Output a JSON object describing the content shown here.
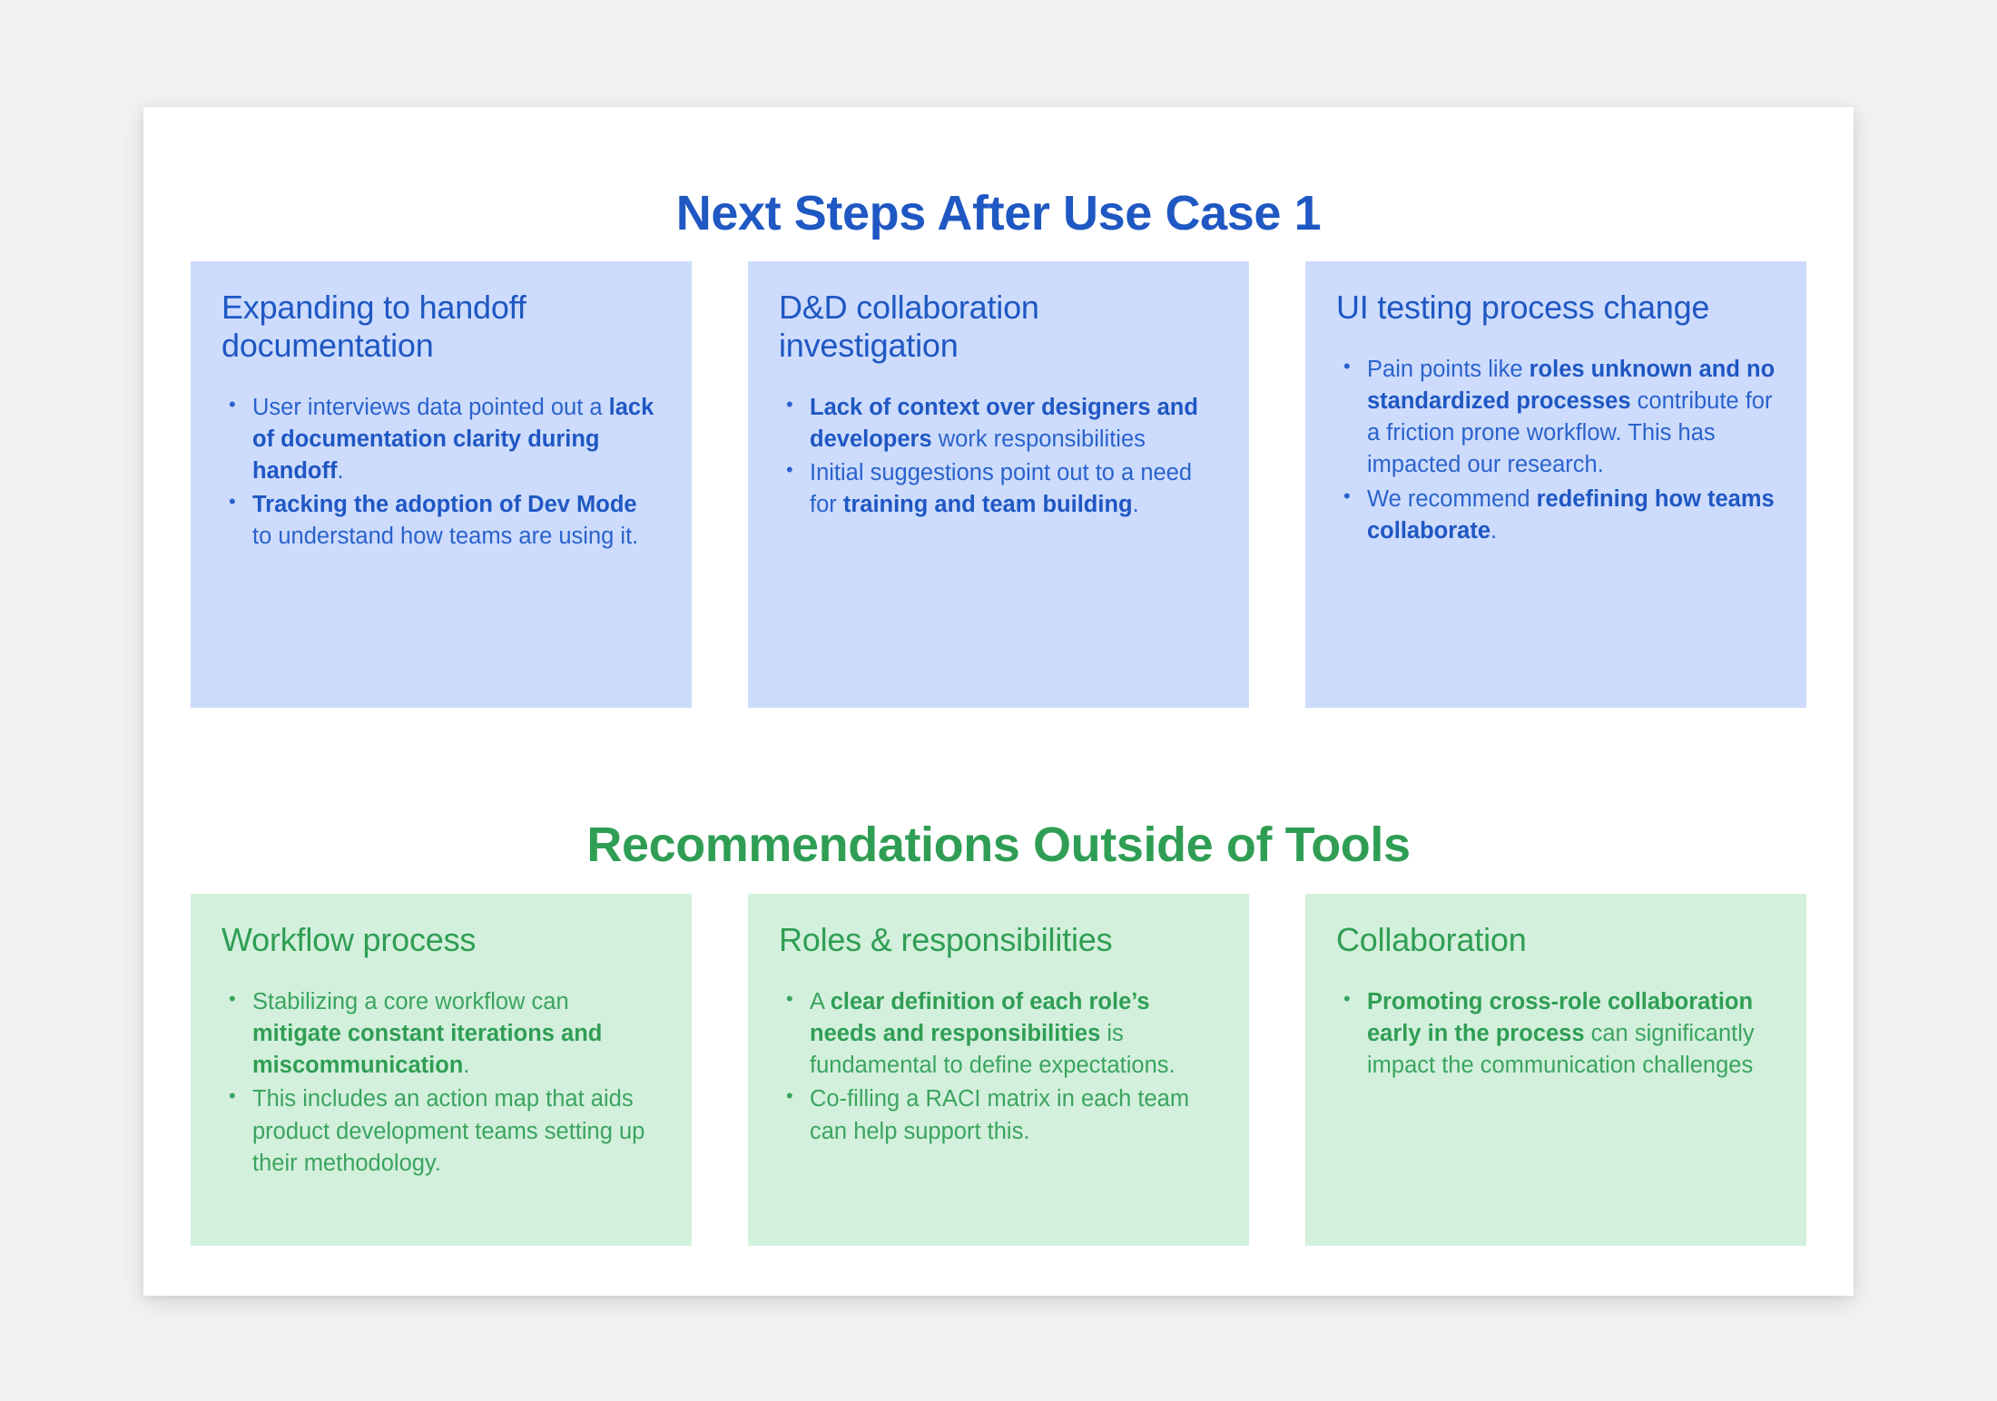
{
  "colors": {
    "page_background": "#f2f2f2",
    "panel_background": "#ffffff",
    "blue_accent": "#1f57c3",
    "blue_card_fill": "#cddcfd",
    "blue_body_text": "#2a62cc",
    "green_accent": "#2f9e54",
    "green_card_fill": "#d3f0dc",
    "green_body_text": "#3aa45f"
  },
  "sections": [
    {
      "heading": "Next Steps After Use Case 1",
      "theme": "blue",
      "cards": [
        {
          "title": "Expanding to handoff documentation",
          "bullets": [
            [
              {
                "text": "User interviews data pointed out a ",
                "bold": false
              },
              {
                "text": "lack of documentation clarity during handoff",
                "bold": true
              },
              {
                "text": ".",
                "bold": false
              }
            ],
            [
              {
                "text": "Tracking the adoption of Dev Mode",
                "bold": true
              },
              {
                "text": " to understand how teams are using it.",
                "bold": false
              }
            ]
          ]
        },
        {
          "title": "D&D collaboration investigation",
          "bullets": [
            [
              {
                "text": "Lack of context over designers and developers",
                "bold": true
              },
              {
                "text": " work responsibilities",
                "bold": false
              }
            ],
            [
              {
                "text": "Initial suggestions point out to a need for ",
                "bold": false
              },
              {
                "text": "training and team building",
                "bold": true
              },
              {
                "text": ".",
                "bold": false
              }
            ]
          ]
        },
        {
          "title": "UI testing process change",
          "bullets": [
            [
              {
                "text": "Pain points like ",
                "bold": false
              },
              {
                "text": "roles unknown and no standardized processes",
                "bold": true
              },
              {
                "text": " contribute for a friction prone workflow. This has impacted our research.",
                "bold": false
              }
            ],
            [
              {
                "text": "We recommend ",
                "bold": false
              },
              {
                "text": "redefining how teams collaborate",
                "bold": true
              },
              {
                "text": ".",
                "bold": false
              }
            ]
          ]
        }
      ]
    },
    {
      "heading": "Recommendations Outside of Tools",
      "theme": "green",
      "cards": [
        {
          "title": "Workflow process",
          "bullets": [
            [
              {
                "text": "Stabilizing a core workflow can ",
                "bold": false
              },
              {
                "text": "mitigate constant iterations and miscommunication",
                "bold": true
              },
              {
                "text": ".",
                "bold": false
              }
            ],
            [
              {
                "text": "This includes an action map that aids product development teams setting up their methodology.",
                "bold": false
              }
            ]
          ]
        },
        {
          "title": "Roles & responsibilities",
          "bullets": [
            [
              {
                "text": "A ",
                "bold": false
              },
              {
                "text": "clear definition of each role’s needs and responsibilities",
                "bold": true
              },
              {
                "text": " is fundamental to define expectations.",
                "bold": false
              }
            ],
            [
              {
                "text": "Co-filling a RACI matrix in each team can help support this.",
                "bold": false
              }
            ]
          ]
        },
        {
          "title": "Collaboration",
          "bullets": [
            [
              {
                "text": "Promoting cross-role collaboration early in the process",
                "bold": true
              },
              {
                "text": " can significantly impact the communication challenges",
                "bold": false
              }
            ]
          ]
        }
      ]
    }
  ]
}
